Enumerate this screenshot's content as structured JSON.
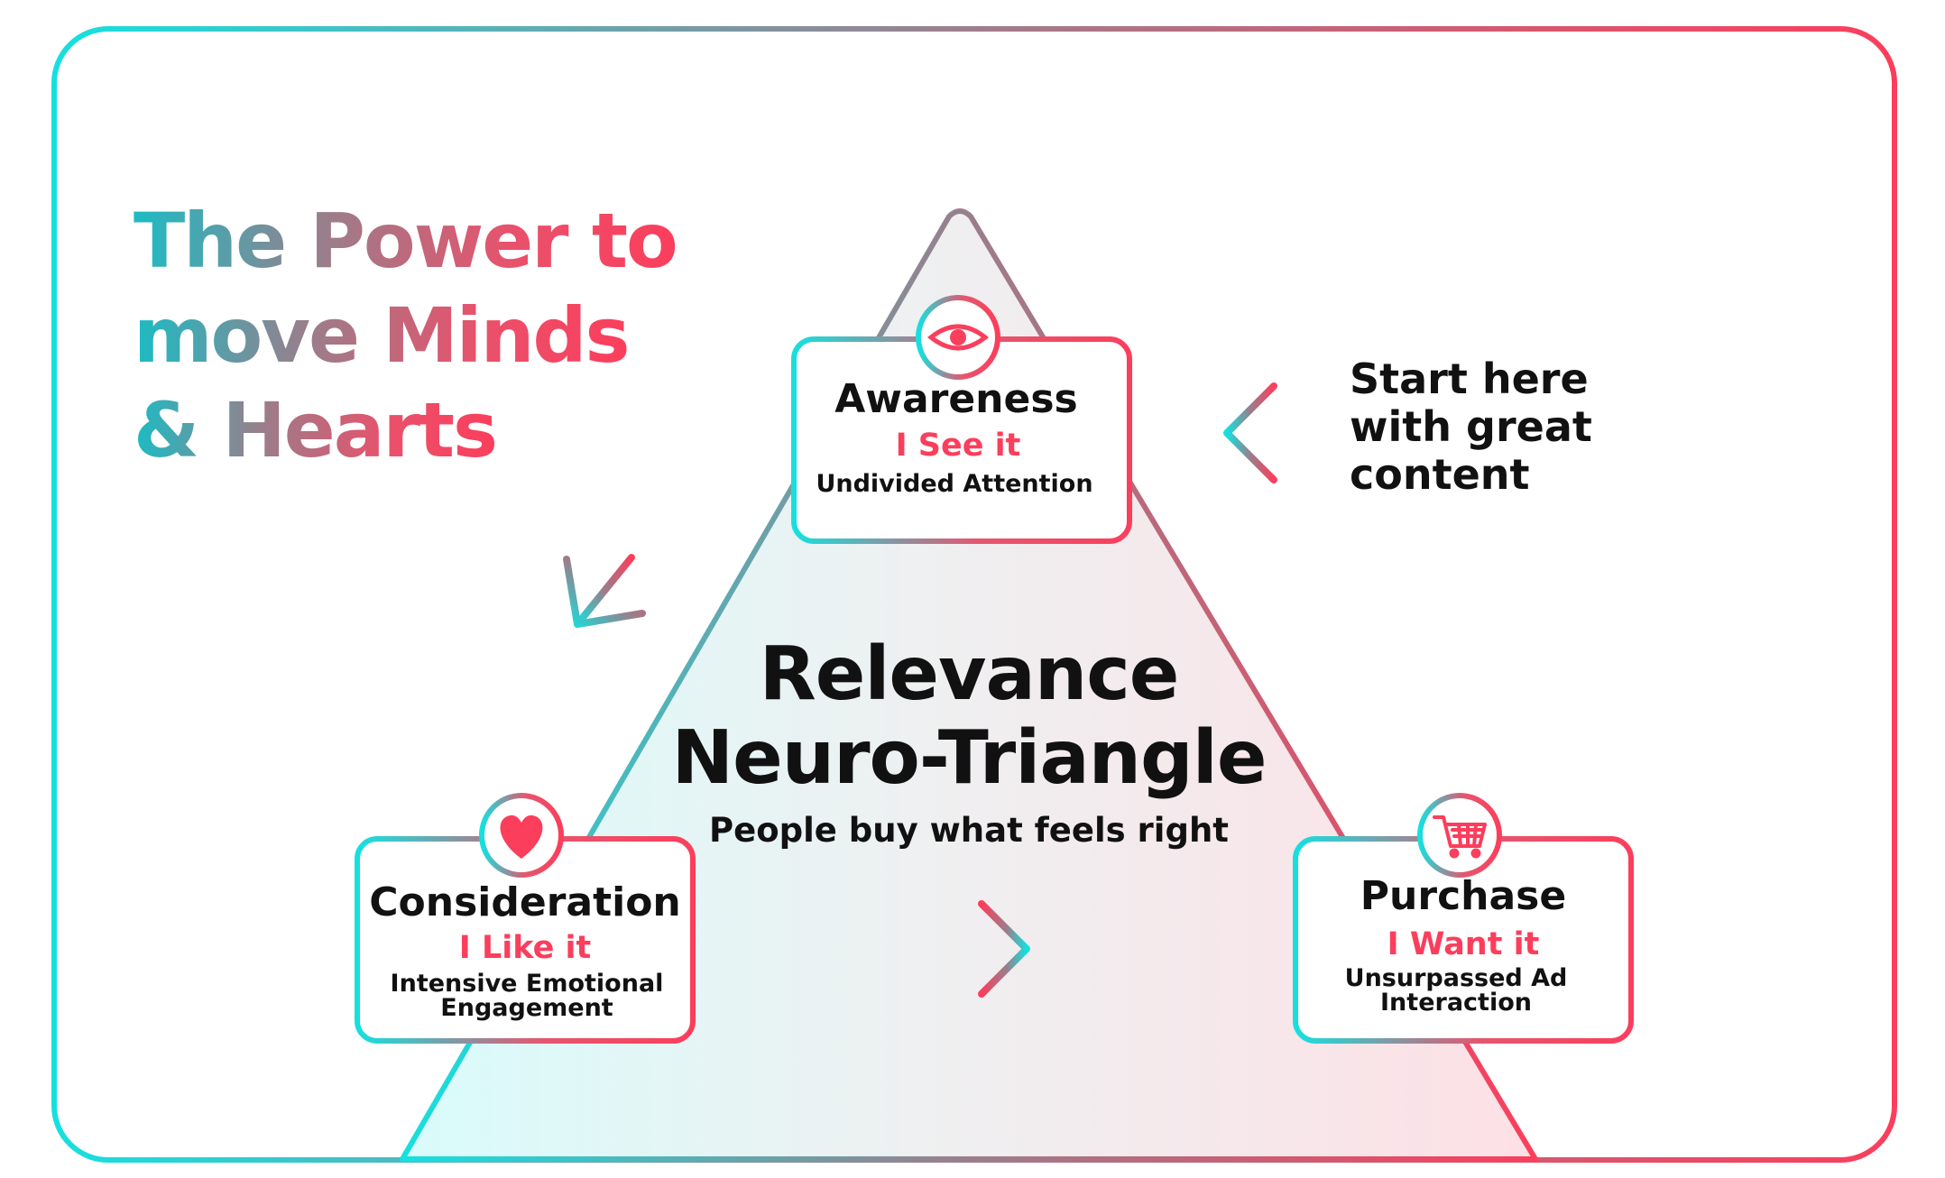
{
  "colors": {
    "cyan": "#16e0df",
    "pink": "#fb3e5c",
    "mauve": "#9a7e8b",
    "ink": "#111111"
  },
  "headline": {
    "line1_a": "The",
    "line1_b": "Power to",
    "line2_a": "move",
    "line2_b": "Minds",
    "line3": "& Hearts"
  },
  "center": {
    "title_line1": "Relevance",
    "title_line2": "Neuro-Triangle",
    "subtitle": "People buy what feels right"
  },
  "side_note": {
    "line1": "Start here",
    "line2": "with great",
    "line3": "content"
  },
  "nodes": {
    "awareness": {
      "icon": "eye-icon",
      "title": "Awareness",
      "subtitle": "I See it",
      "desc_line1": "Undivided Attention",
      "desc_line2": ""
    },
    "consideration": {
      "icon": "heart-icon",
      "title": "Consideration",
      "subtitle": "I Like it",
      "desc_line1": "Intensive Emotional",
      "desc_line2": "Engagement"
    },
    "purchase": {
      "icon": "shopping-cart-icon",
      "title": "Purchase",
      "subtitle": "I Want it",
      "desc_line1": "Unsurpassed Ad",
      "desc_line2": "Interaction"
    }
  }
}
